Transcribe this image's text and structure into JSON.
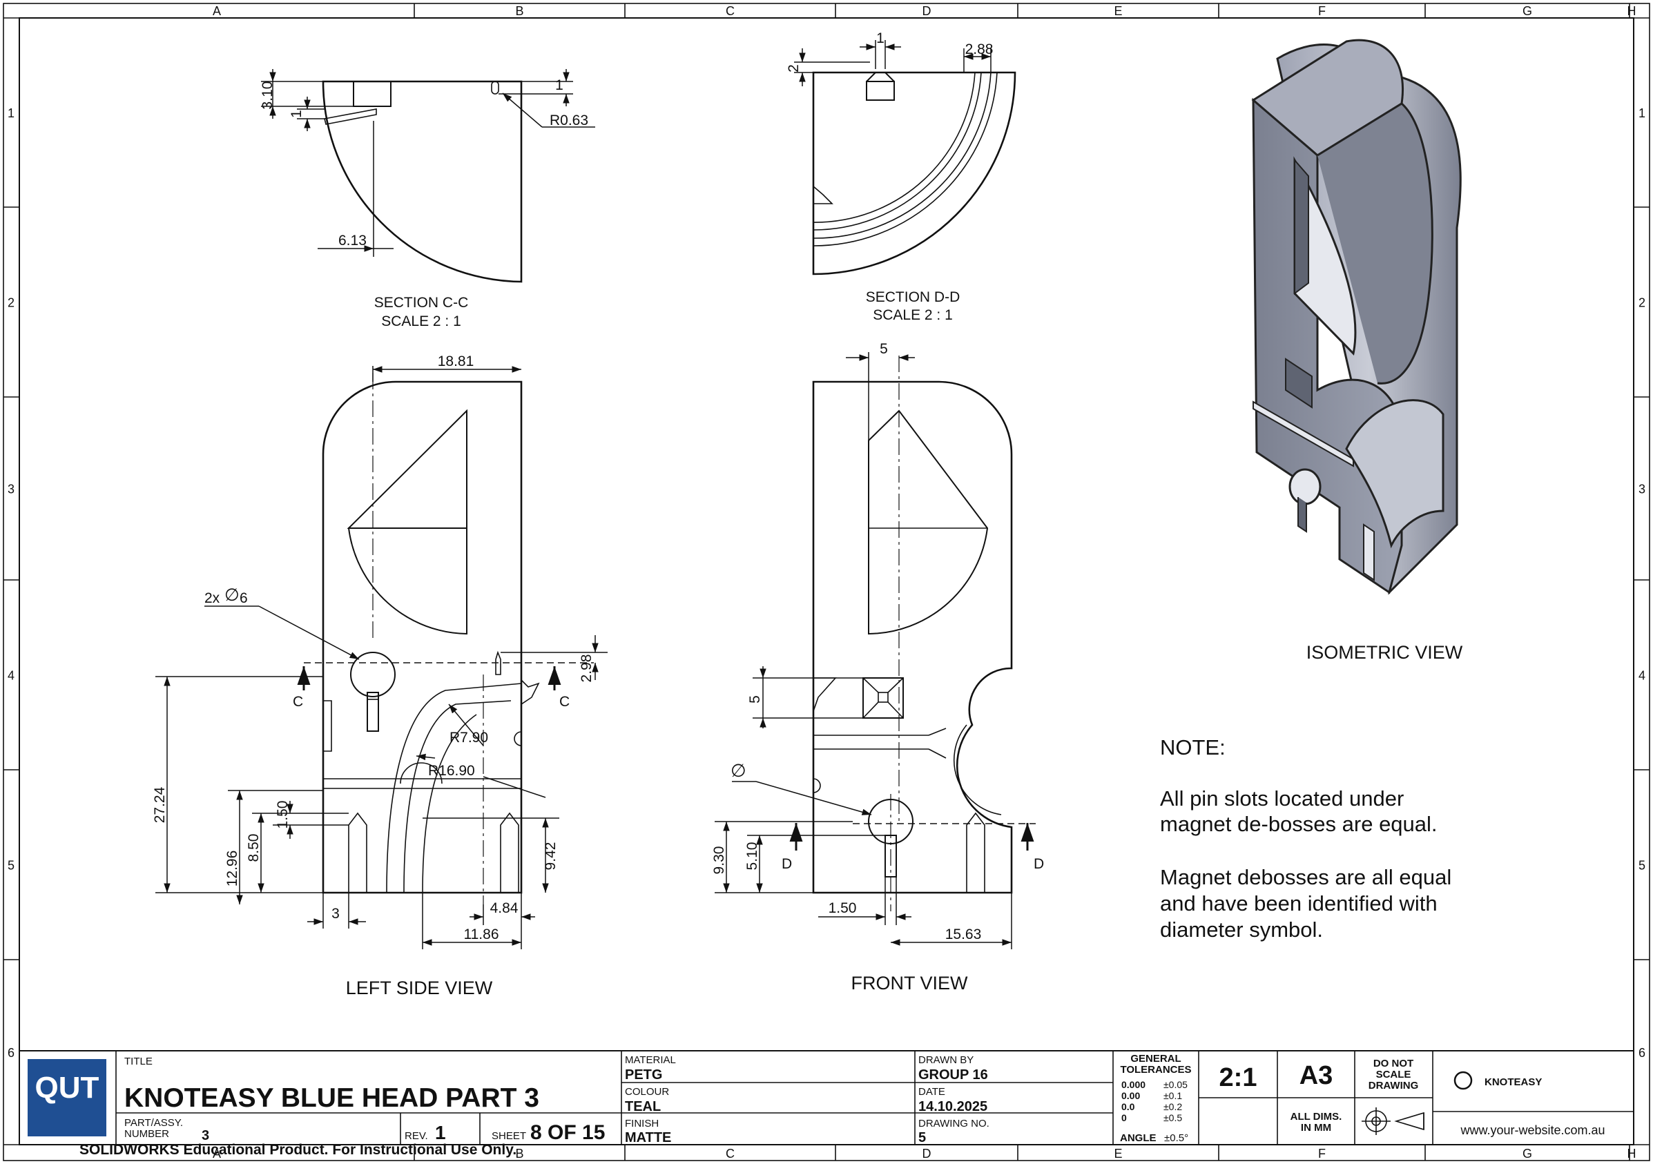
{
  "grid": {
    "cols": [
      "A",
      "B",
      "C",
      "D",
      "E",
      "F",
      "G",
      "H"
    ],
    "rows": [
      "1",
      "2",
      "3",
      "4",
      "5",
      "6"
    ]
  },
  "views": {
    "section_cc": {
      "title": "SECTION C-C",
      "scale": "SCALE 2 : 1",
      "dims": {
        "d310": "3.10",
        "d1a": "1",
        "d1b": "1",
        "r063": "R0.63",
        "d613": "6.13"
      }
    },
    "section_dd": {
      "title": "SECTION D-D",
      "scale": "SCALE 2 : 1",
      "dims": {
        "d1": "1",
        "d2": "2",
        "d288": "2.88"
      }
    },
    "left_side": {
      "title": "LEFT SIDE VIEW",
      "dims": {
        "d1881": "18.81",
        "dia_prefix": "2x",
        "dia_sym": "∅",
        "dia_val": "6",
        "d298": "2.98",
        "r790": "R7.90",
        "r1690": "R16.90",
        "d2724": "27.24",
        "d1296": "12.96",
        "d850": "8.50",
        "d150": "1.50",
        "d3": "3",
        "d942": "9.42",
        "d484": "4.84",
        "d1186": "11.86",
        "secC": "C"
      }
    },
    "front": {
      "title": "FRONT VIEW",
      "dims": {
        "d5top": "5",
        "d5side": "5",
        "dia_sym": "∅",
        "d930": "9.30",
        "d510": "5.10",
        "d150": "1.50",
        "d1563": "15.63",
        "secD": "D"
      }
    },
    "isometric": {
      "title": "ISOMETRIC VIEW"
    }
  },
  "note": {
    "heading": "NOTE:",
    "lines1": [
      "All pin slots located under",
      "magnet de-bosses are equal."
    ],
    "lines2": [
      "Magnet debosses are all equal",
      "and have been identified with",
      "diameter symbol."
    ]
  },
  "title_block": {
    "logo": "QUT",
    "title_label": "TITLE",
    "title": "KNOTEASY BLUE HEAD PART 3",
    "part_label_1": "PART/ASSY.",
    "part_label_2": "NUMBER",
    "part_number": "3",
    "rev_label": "REV.",
    "rev": "1",
    "sheet_label": "SHEET",
    "sheet": "8 OF 15",
    "material_label": "MATERIAL",
    "material": "PETG",
    "colour_label": "COLOUR",
    "colour": "TEAL",
    "finish_label": "FINISH",
    "finish": "MATTE",
    "drawn_by_label": "DRAWN BY",
    "drawn_by": "GROUP 16",
    "date_label": "DATE",
    "date": "14.10.2025",
    "drawing_no_label": "DRAWING NO.",
    "drawing_no": "5",
    "tolerances_title_1": "GENERAL",
    "tolerances_title_2": "TOLERANCES",
    "tolerances": [
      {
        "fmt": "0.000",
        "tol": "±0.05"
      },
      {
        "fmt": "0.00",
        "tol": "±0.1"
      },
      {
        "fmt": "0.0",
        "tol": "±0.2"
      },
      {
        "fmt": "0",
        "tol": "±0.5"
      }
    ],
    "angle_label": "ANGLE",
    "angle_tol": "±0.5°",
    "scale": "2:1",
    "paper": "A3",
    "all_dims_1": "ALL DIMS.",
    "all_dims_2": "IN MM",
    "do_not_scale": [
      "DO NOT",
      "SCALE",
      "DRAWING"
    ],
    "company": "KNOTEASY",
    "website": "www.your-website.com.au"
  },
  "watermark": "SOLIDWORKS Educational Product. For Instructional Use Only.",
  "colors": {
    "line": "#111111",
    "logo_bg": "#1f4f93",
    "iso_base": "#8a8f9e"
  }
}
